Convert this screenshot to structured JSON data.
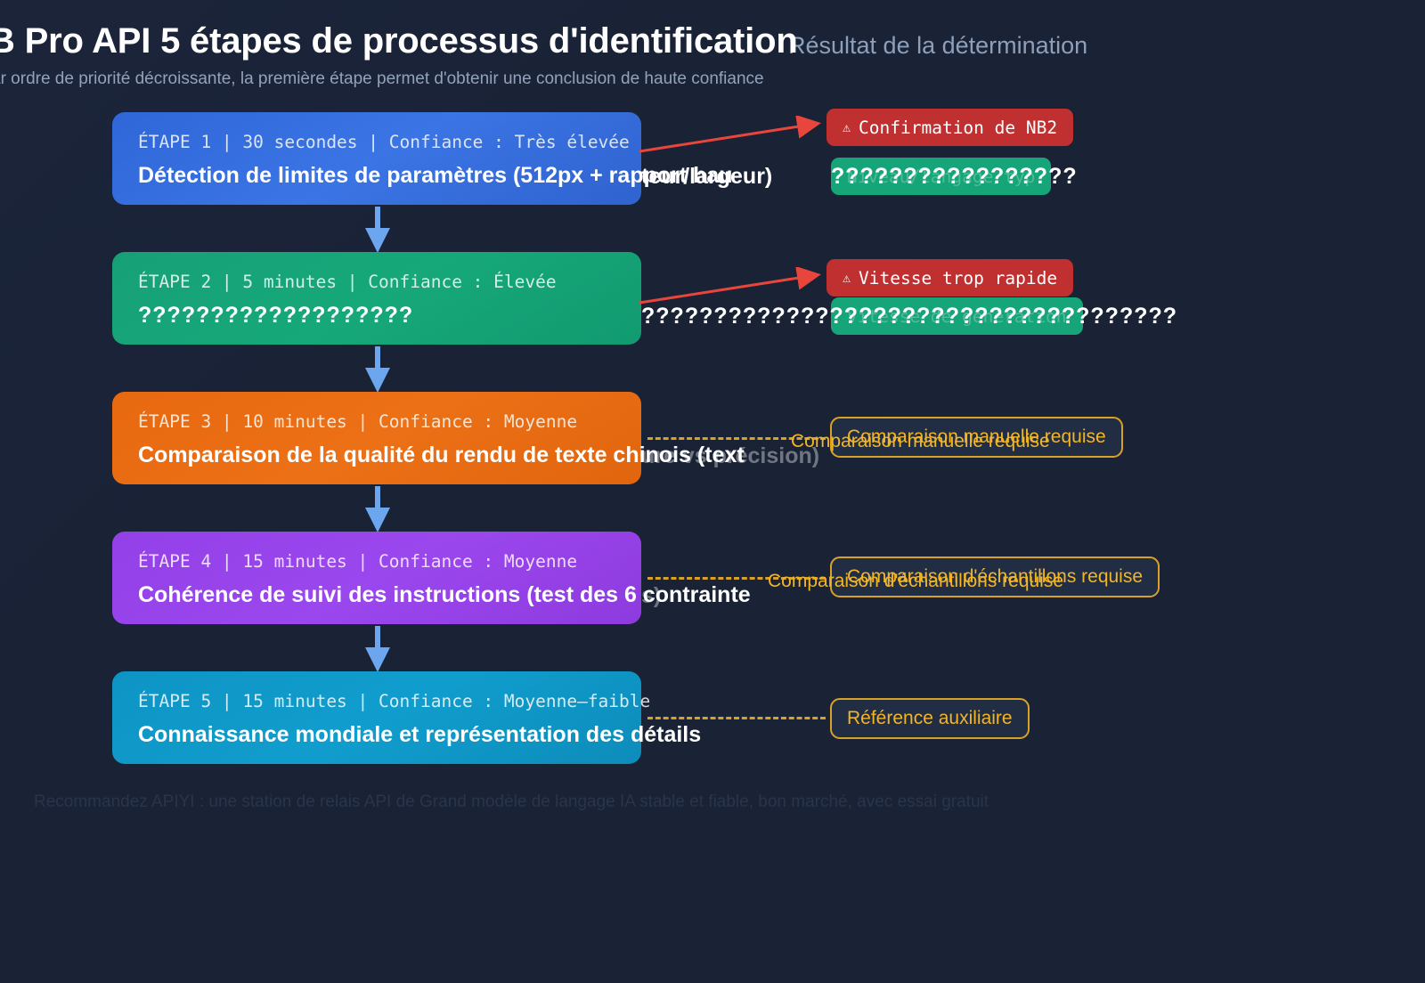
{
  "header": {
    "title": "B Pro API 5 étapes de processus d'identification",
    "subtitle": "ar ordre de priorité décroissante, la première étape permet d'obtenir une conclusion de haute confiance",
    "outcome_heading": "Résultat de la détermination"
  },
  "steps": [
    {
      "meta": "ÉTAPE 1 | 30 secondes | Confiance : Très élevée",
      "headline": "Détection de limites de paramètres (512px + rapport hau",
      "headline_overflow": "teur/largeur)",
      "color": "#3b74e4",
      "badge_red": "Confirmation de NB2",
      "badge_green_ghost": "Niveau/langage/typ",
      "badge_green_tofu": "??????????????",
      "overflow_tofu": "?????????????????"
    },
    {
      "meta": "ÉTAPE 2 | 5 minutes | Confiance : Élevée",
      "headline_tofu": "???????????????????",
      "headline_overflow_tofu": "?????????????????????????????????????",
      "color": "#16a878",
      "badge_red": "Vitesse trop rapide",
      "badge_green_ghost": "Vitesse de génération",
      "badge_green_tofu": "??????????????"
    },
    {
      "meta": "ÉTAPE 3 | 10 minutes | Confiance : Moyenne",
      "headline": "Comparaison de la qualité du rendu de texte chinois (text",
      "headline_overflow": "ure vs précision)",
      "color": "#ec7016",
      "badge_outline": "Comparaison manuelle requise"
    },
    {
      "meta": "ÉTAPE 4 | 15 minutes | Confiance : Moyenne",
      "headline": "Cohérence de suivi des instructions (test des 6 contrainte",
      "headline_overflow": "s)",
      "color": "#9b47ee",
      "badge_outline": "Comparaison d'échantillons requise"
    },
    {
      "meta": "ÉTAPE 5 | 15 minutes | Confiance : Moyenne–faible",
      "headline": "Connaissance mondiale et représentation des détails",
      "color": "#109dcd",
      "badge_outline": "Référence auxiliaire"
    }
  ],
  "footer": {
    "note": "Recommandez APIYI : une station de relais API de Grand modèle de langage IA stable et fiable, bon marché, avec essai gratuit"
  },
  "icons": {
    "warning": "⚠"
  },
  "colors": {
    "background": "#1a2336",
    "arrow_connector": "#6ba6ef",
    "arrow_alert": "#e8453c",
    "badge_outline": "#f2b528",
    "badge_alert": "#c03030",
    "badge_ok": "#16a578"
  }
}
